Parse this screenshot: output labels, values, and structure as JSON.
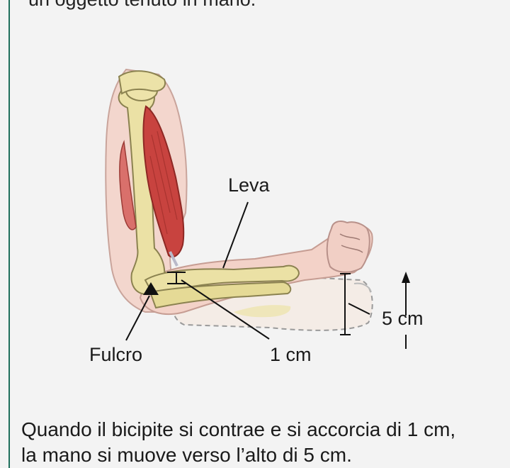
{
  "header": {
    "partial_text": "un oggetto tenuto in mano."
  },
  "diagram": {
    "labels": {
      "lever": "Leva",
      "fulcrum": "Fulcro",
      "muscle_shortening": "1 cm",
      "hand_rise": "5 cm"
    }
  },
  "caption": {
    "line1": "Quando il bicipite si contrae e si accorcia di 1 cm,",
    "line2": "la mano si muove verso l’alto di 5 cm."
  },
  "colors": {
    "frame_accent": "#1f6f5c",
    "muscle": "#c8433f",
    "bone": "#e9dfa0",
    "skin": "#f2d4cc"
  }
}
